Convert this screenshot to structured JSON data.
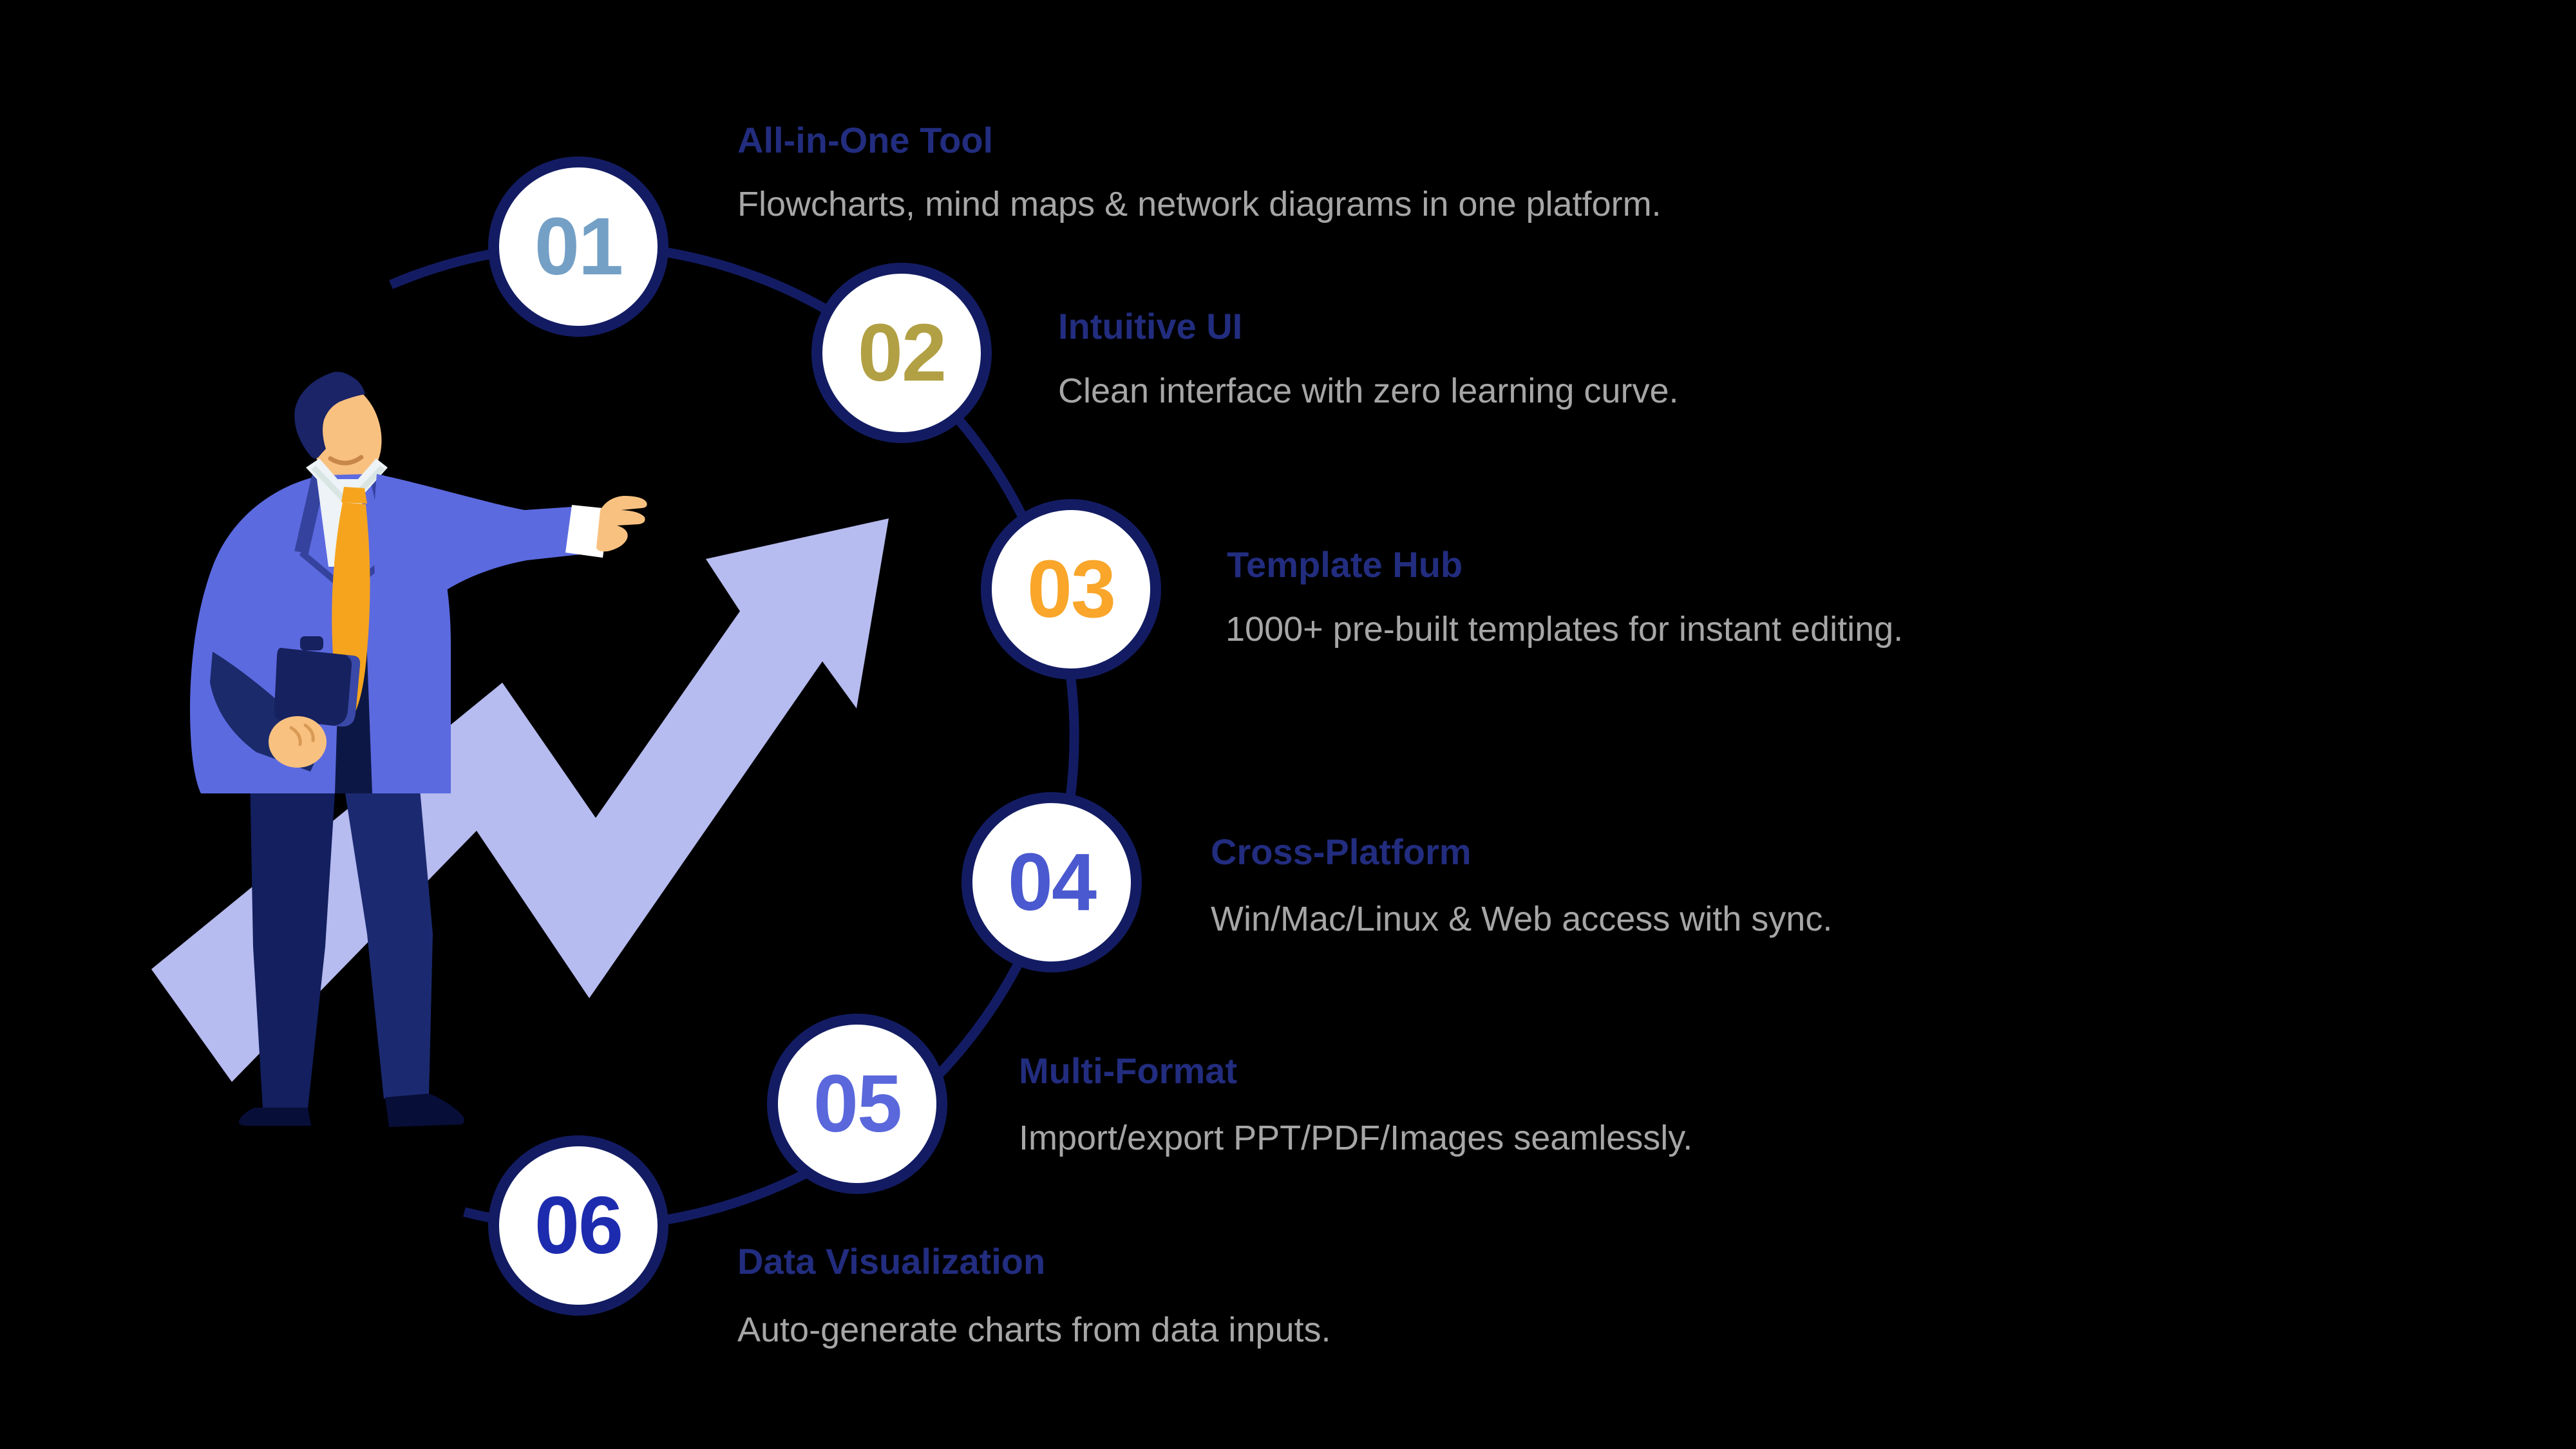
{
  "palette": {
    "bg": "#000000",
    "ring": "#131c63",
    "circle-fill": "#ffffff",
    "title-color": "#222d7f",
    "desc-color": "#a6a6a6",
    "arrow": "#b6bbf0",
    "suit": "#5c6ae0",
    "suit-dark": "#35439f",
    "sleeve-navy": "#1b2a6b",
    "pants": "#131f5e",
    "pants2": "#1b2a70",
    "shoes": "#070e38",
    "skin": "#f9c180",
    "tie": "#f6a41e",
    "shirt": "#edf3f6",
    "collar-shadow": "#d8e5e2",
    "hair": "#1a2466",
    "case": "#16215f",
    "case-edge": "#3a49a8",
    "smile": "#c8874a",
    "gap-shadow": "#0d1745"
  },
  "steps": [
    {
      "number": "01",
      "number_color": "#74a0c6",
      "title": "All-in-One Tool",
      "description": "Flowcharts, mind maps & network diagrams in one platform."
    },
    {
      "number": "02",
      "number_color": "#b2a044",
      "title": "Intuitive UI",
      "description": "Clean interface with zero learning curve."
    },
    {
      "number": "03",
      "number_color": "#f9a62a",
      "title": "Template Hub",
      "description": "1000+ pre-built templates for instant editing."
    },
    {
      "number": "04",
      "number_color": "#4a59cf",
      "title": "Cross-Platform",
      "description": "Win/Mac/Linux & Web access with sync."
    },
    {
      "number": "05",
      "number_color": "#5a68dc",
      "title": "Multi-Format",
      "description": "Import/export PPT/PDF/Images seamlessly."
    },
    {
      "number": "06",
      "number_color": "#1d2cae",
      "title": "Data Visualization",
      "description": "Auto-generate charts from data inputs."
    }
  ],
  "illustration": {
    "figure": "businessman-presenting",
    "arrow": "growth-zigzag-arrow"
  }
}
